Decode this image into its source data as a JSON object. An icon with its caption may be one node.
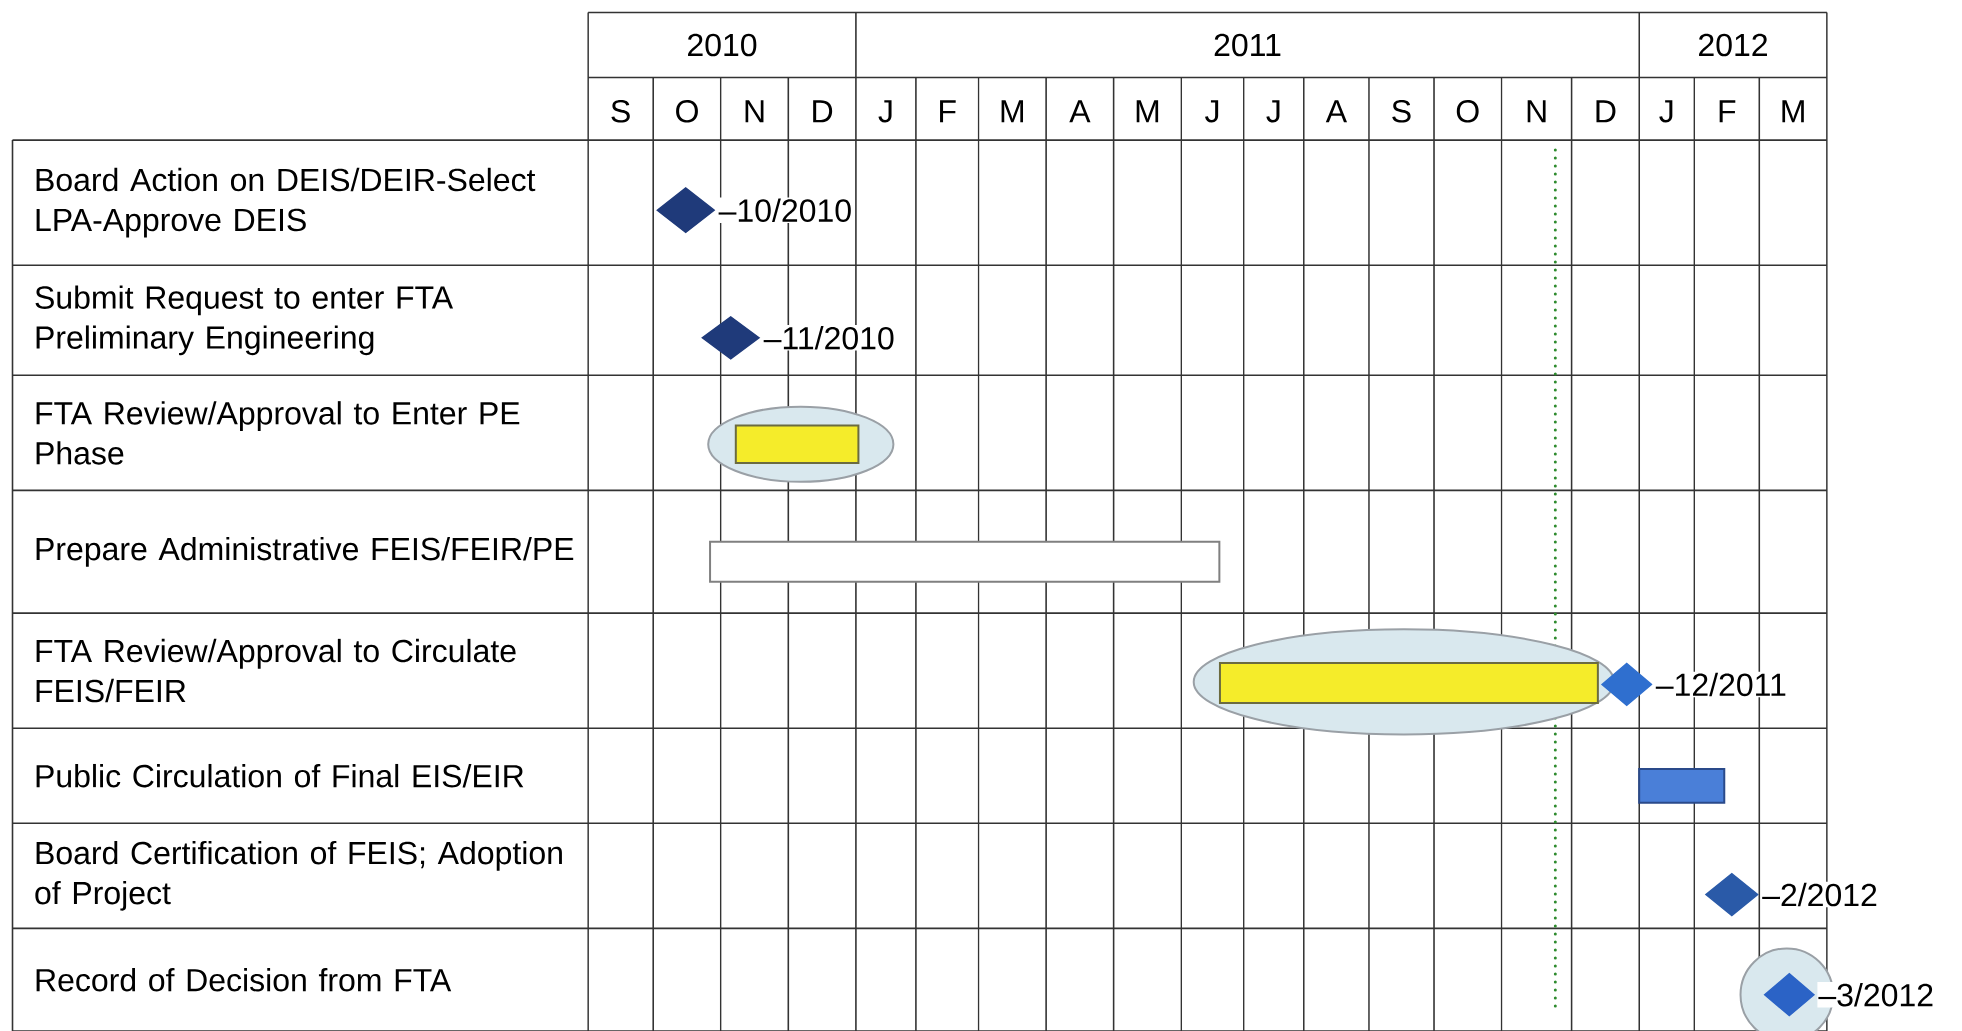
{
  "diagram": {
    "nodes": [
      {
        "text": [],
        "shape": "diamond",
        "beside": [
          "–10/2010"
        ]
      },
      {
        "text": [],
        "shape": "diamond",
        "beside": [
          "–11/2010"
        ]
      },
      {
        "text": [],
        "shape": "ellipse"
      },
      {
        "text": [],
        "shape": "bar",
        "in": 2
      },
      {
        "text": [],
        "shape": "bar"
      },
      {
        "text": [],
        "shape": "ellipse"
      },
      {
        "text": [],
        "shape": "bar",
        "in": 5
      },
      {
        "text": [],
        "shape": "diamond",
        "beside": [
          "–12/2011"
        ]
      },
      {
        "text": [],
        "shape": "bar"
      },
      {
        "text": [],
        "shape": "diamond",
        "beside": [
          "–2/2012"
        ]
      },
      {
        "text": [],
        "shape": "circle"
      },
      {
        "text": [],
        "shape": "diamond",
        "in": 10,
        "beside": [
          "–3/2012"
        ]
      }
    ],
    "labels": [
      "2010",
      "2011",
      "2012",
      "S",
      "O",
      "N",
      "D",
      "J",
      "F",
      "M",
      "A",
      "M",
      "J",
      "J",
      "A",
      "S",
      "O",
      "N",
      "D",
      "J",
      "F",
      "M",
      "Board Action on DEIS/DEIR-Select LPA-Approve DEIS",
      "Submit Request to enter FTA Preliminary Engineering",
      "FTA Review/Approval to Enter PE Phase",
      "Prepare Administrative FEIS/FEIR/PE",
      "FTA Review/Approval to Circulate FEIS/FEIR",
      "Public Circulation of Final EIS/EIR",
      "Board Certification of FEIS; Adoption of Project",
      "Record of Decision from FTA"
    ]
  }
}
